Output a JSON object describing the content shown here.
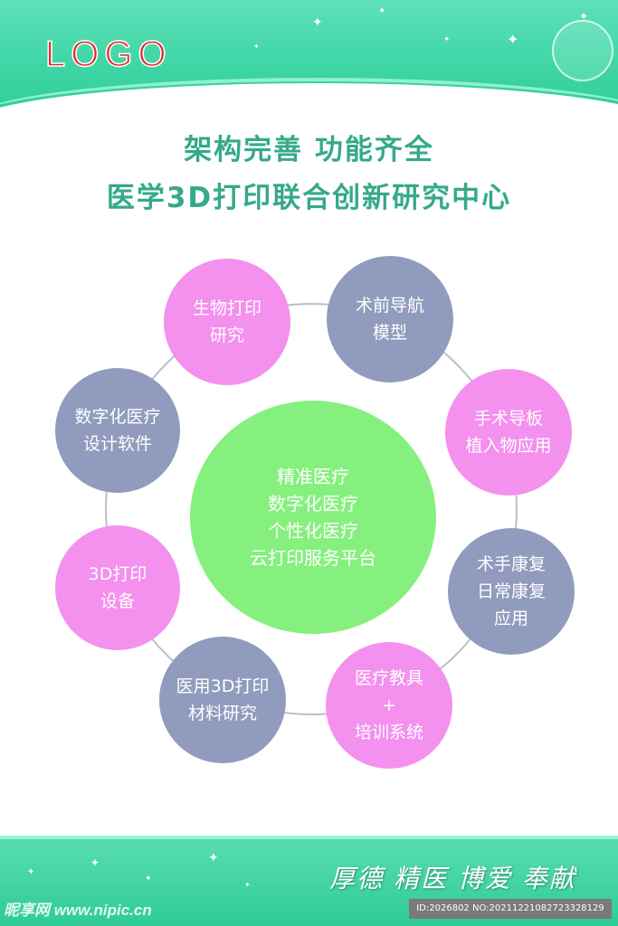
{
  "logo": "LOGO",
  "title": {
    "line1": "架构完善 功能齐全",
    "line2": "医学3D打印联合创新研究中心"
  },
  "center": {
    "lines": [
      "精准医疗",
      "数字化医疗",
      "个性化医疗",
      "云打印服务平台"
    ]
  },
  "nodes": [
    {
      "lines": [
        "生物打印",
        "研究"
      ]
    },
    {
      "lines": [
        "术前导航",
        "模型"
      ]
    },
    {
      "lines": [
        "手术导板",
        "植入物应用"
      ]
    },
    {
      "lines": [
        "术手康复",
        "日常康复",
        "应用"
      ]
    },
    {
      "lines": [
        "医疗教具",
        "+",
        "培训系统"
      ]
    },
    {
      "lines": [
        "医用3D打印",
        "材料研究"
      ]
    },
    {
      "lines": [
        "3D打印",
        "设备"
      ]
    },
    {
      "lines": [
        "数字化医疗",
        "设计软件"
      ]
    }
  ],
  "footer": {
    "slogan": "厚德  精医  博爱  奉献",
    "watermark": "昵享网 www.nipic.cn",
    "id_text": "ID:2026802 NO:20211221082723328129"
  },
  "colors": {
    "header_green": "#3fd6a6",
    "title_green": "#35a98a",
    "pink": "#f490ee",
    "grey_blue": "#919bbd",
    "center_green": "#86f07e",
    "logo_red": "#e0282a"
  }
}
